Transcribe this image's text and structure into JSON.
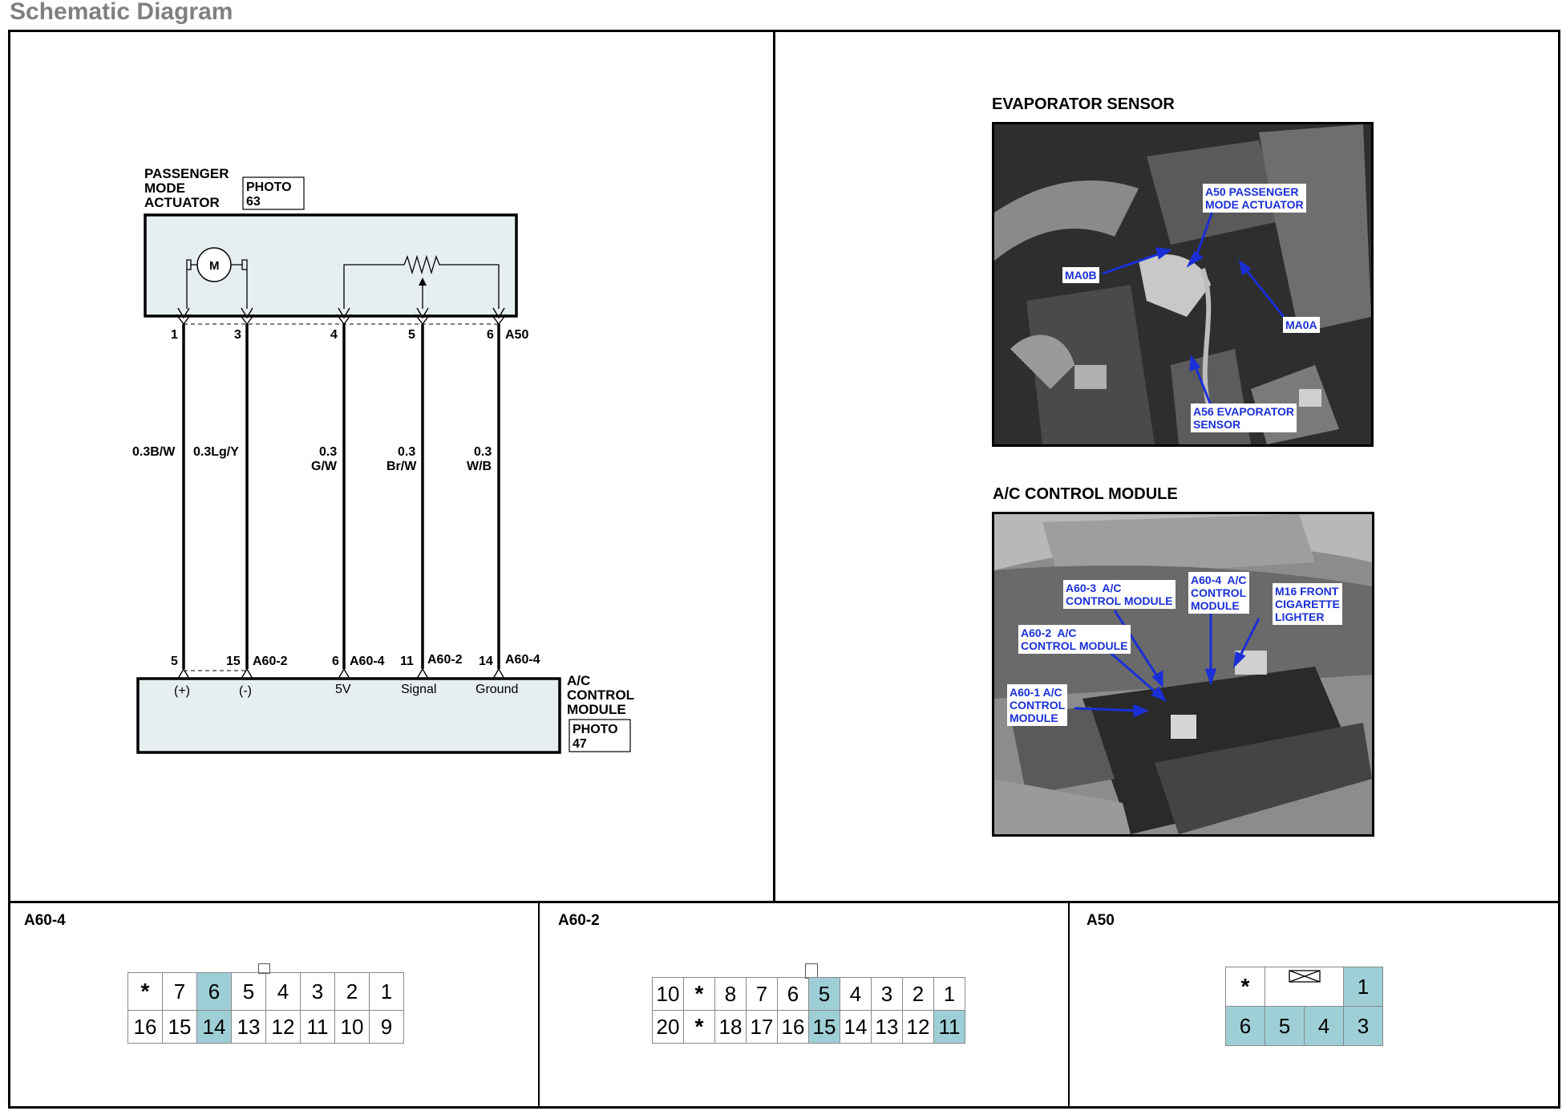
{
  "page": {
    "title": "Schematic Diagram"
  },
  "schematic": {
    "actuator": {
      "name_lines": [
        "PASSENGER",
        "MODE",
        "ACTUATOR"
      ],
      "photo_lines": [
        "PHOTO",
        "63"
      ],
      "motor_symbol": "M",
      "connector": "A50"
    },
    "module": {
      "name_lines": [
        "A/C",
        "CONTROL",
        "MODULE"
      ],
      "photo_lines": [
        "PHOTO",
        "47"
      ]
    },
    "wires": [
      {
        "top_pin": "1",
        "wire_lines": [
          "0.3B/W"
        ],
        "bottom_pin": "5",
        "bottom_conn": "",
        "terminal": "(+)"
      },
      {
        "top_pin": "3",
        "wire_lines": [
          "0.3Lg/Y"
        ],
        "bottom_pin": "15",
        "bottom_conn": "A60-2",
        "terminal": "(-)"
      },
      {
        "top_pin": "4",
        "wire_lines": [
          "0.3",
          "G/W"
        ],
        "bottom_pin": "6",
        "bottom_conn": "A60-4",
        "terminal": "5V"
      },
      {
        "top_pin": "5",
        "wire_lines": [
          "0.3",
          "Br/W"
        ],
        "bottom_pin": "11",
        "bottom_conn": "A60-2",
        "terminal": "Signal"
      },
      {
        "top_pin": "6",
        "wire_lines": [
          "0.3",
          "W/B"
        ],
        "bottom_pin": "14",
        "bottom_conn": "A60-4",
        "terminal": "Ground"
      }
    ]
  },
  "photos": {
    "evaporator": {
      "title": "EVAPORATOR SENSOR",
      "callouts": [
        "A50 PASSENGER\nMODE ACTUATOR",
        "MA0B",
        "MA0A",
        "A56 EVAPORATOR\nSENSOR"
      ]
    },
    "ac_module": {
      "title": "A/C CONTROL MODULE",
      "callouts": [
        "A60-3  A/C\nCONTROL MODULE",
        "A60-4  A/C\nCONTROL\nMODULE",
        "M16 FRONT\nCIGARETTE\nLIGHTER",
        "A60-2  A/C\nCONTROL MODULE",
        "A60-1 A/C\nCONTROL\nMODULE"
      ]
    }
  },
  "connectors": [
    {
      "name": "A60-4",
      "rows": [
        [
          "*",
          "7",
          "6",
          "5",
          "4",
          "3",
          "2",
          "1"
        ],
        [
          "16",
          "15",
          "14",
          "13",
          "12",
          "11",
          "10",
          "9"
        ]
      ],
      "highlighted": [
        "6",
        "14"
      ]
    },
    {
      "name": "A60-2",
      "rows": [
        [
          "10",
          "*",
          "8",
          "7",
          "6",
          "5",
          "4",
          "3",
          "2",
          "1"
        ],
        [
          "20",
          "*",
          "18",
          "17",
          "16",
          "15",
          "14",
          "13",
          "12",
          "11"
        ]
      ],
      "highlighted": [
        "5",
        "15",
        "11"
      ]
    },
    {
      "name": "A50",
      "rows": [
        [
          "*",
          "",
          "1"
        ],
        [
          "6",
          "5",
          "4",
          "3"
        ]
      ],
      "highlighted": [
        "1",
        "6",
        "5",
        "4",
        "3"
      ]
    }
  ],
  "colors": {
    "module_fill": "#e6eef0",
    "pin_highlight": "#9fcfd6",
    "callout_text": "#1a2fd6",
    "title_gray": "#808080"
  }
}
